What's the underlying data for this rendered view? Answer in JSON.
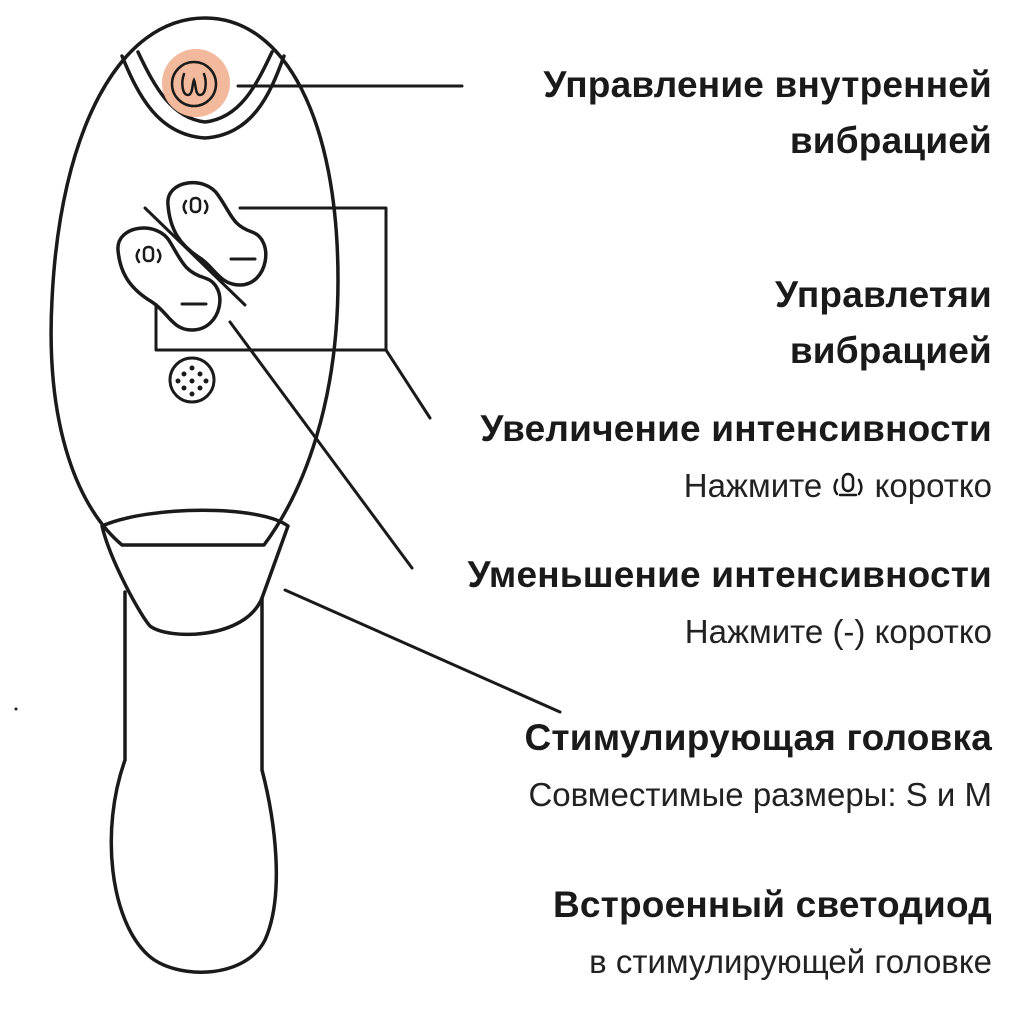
{
  "colors": {
    "outline": "#1a1a1a",
    "accent_button": "#f2b99d",
    "background": "#ffffff"
  },
  "icons": {
    "top_button": "wave-logo-icon",
    "plus_button": "vibration-icon",
    "minus_button": "minus-icon",
    "sensor": "dots-sensor-icon",
    "inline": "vibration-icon"
  },
  "labels": {
    "inner_vibration": {
      "title_line1": "Управление внутренней",
      "title_line2": "вибрацией"
    },
    "vibration_control": {
      "title_line1": "Управлетяи",
      "title_line2": "вибрацией"
    },
    "increase": {
      "title": "Увеличение интенсивности",
      "desc_prefix": "Нажмите",
      "desc_suffix": "коротко"
    },
    "decrease": {
      "title": "Уменьшение интенсивности",
      "desc": "Нажмите (-) коротко"
    },
    "head": {
      "title": "Стимулирующая головка",
      "desc": "Совместимые размеры: S и M"
    },
    "led": {
      "title": "Встроенный светодиод",
      "desc": "в стимулирующей головке"
    }
  }
}
